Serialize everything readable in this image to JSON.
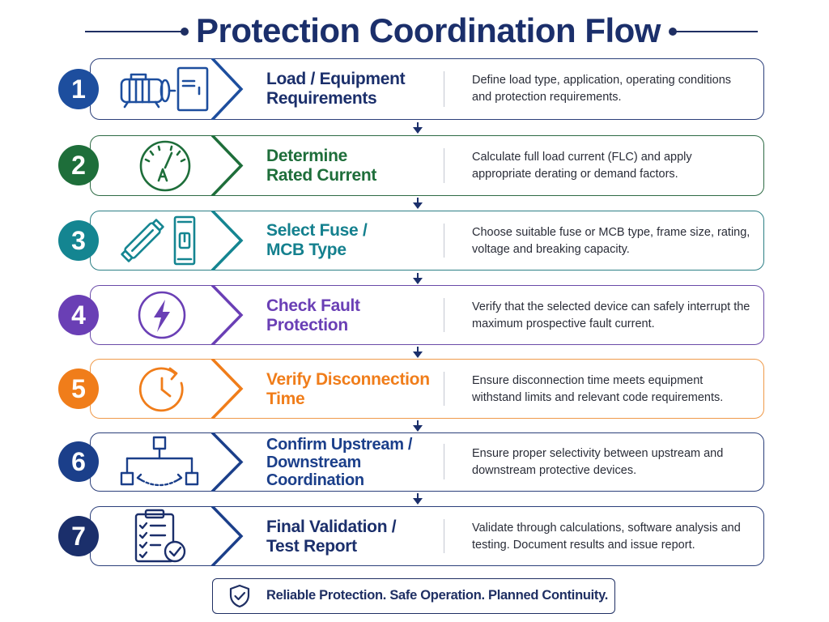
{
  "title": "Protection Coordination Flow",
  "colors": {
    "navy": "#1b2f6b",
    "blue": "#1d4e9e",
    "green": "#1e6e3a",
    "teal": "#148591",
    "purple": "#6a3fb5",
    "orange": "#f07d1a"
  },
  "steps": [
    {
      "num": "1",
      "title": "Load / Equipment\nRequirements",
      "desc": "Define load type, application, operating conditions and protection requirements.",
      "icon": "motor-and-panel-icon",
      "color": "#1d4e9e"
    },
    {
      "num": "2",
      "title": "Determine\nRated Current",
      "desc": "Calculate full load current (FLC) and apply appropriate derating or demand factors.",
      "icon": "ammeter-gauge-icon",
      "color": "#1e6e3a"
    },
    {
      "num": "3",
      "title": "Select Fuse /\nMCB Type",
      "desc": "Choose suitable fuse or MCB type, frame size, rating, voltage and breaking capacity.",
      "icon": "fuse-and-breaker-icon",
      "color": "#148591"
    },
    {
      "num": "4",
      "title": "Check Fault\nProtection",
      "desc": "Verify that the selected device can safely interrupt the maximum prospective fault current.",
      "icon": "lightning-bolt-icon",
      "color": "#6a3fb5"
    },
    {
      "num": "5",
      "title": "Verify Disconnection\nTime",
      "desc": "Ensure disconnection time meets equipment withstand limits and relevant code requirements.",
      "icon": "clock-icon",
      "color": "#f07d1a"
    },
    {
      "num": "6",
      "title": "Confirm Upstream /\nDownstream\nCoordination",
      "desc": "Ensure proper selectivity between upstream and downstream protective devices.",
      "icon": "hierarchy-icon",
      "color": "#1b3f8a"
    },
    {
      "num": "7",
      "title": "Final Validation /\nTest Report",
      "desc": "Validate through calculations, software analysis and testing. Document results and issue report.",
      "icon": "checklist-clipboard-icon",
      "color": "#1b2f6b"
    }
  ],
  "footer": {
    "text": "Reliable Protection. Safe Operation. Planned Continuity.",
    "icon": "shield-check-icon"
  }
}
